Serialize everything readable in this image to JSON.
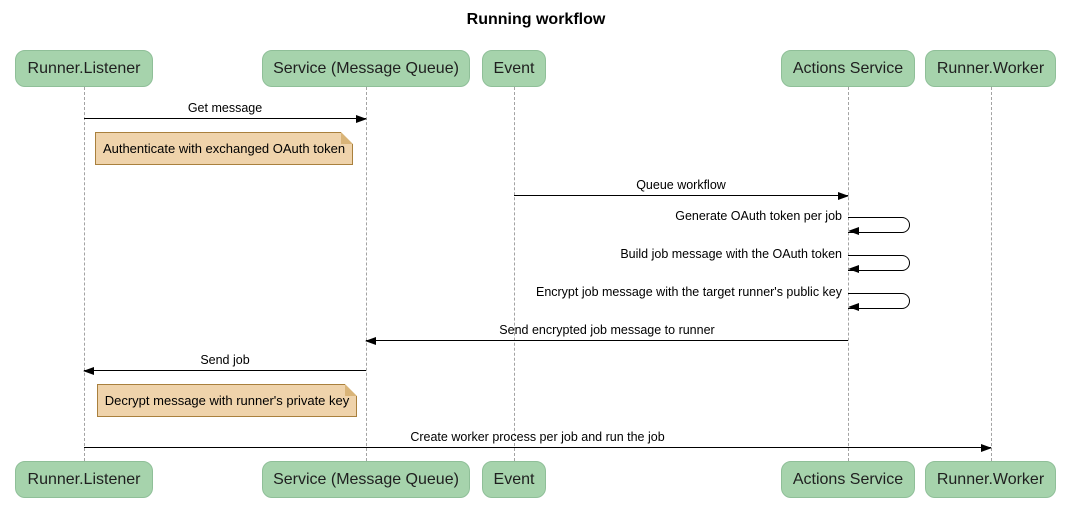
{
  "title": "Running workflow",
  "diagram_type": "sequence",
  "colors": {
    "actor_fill": "#a6d3ac",
    "actor_border": "#8fbf98",
    "note_fill": "#efd3ab",
    "note_border": "#a9803d",
    "lifeline": "#a3a3a3",
    "message_line": "#000000",
    "background": "#ffffff"
  },
  "actors": [
    {
      "label": "Runner.Listener"
    },
    {
      "label": "Service (Message Queue)"
    },
    {
      "label": "Event"
    },
    {
      "label": "Actions Service"
    },
    {
      "label": "Runner.Worker"
    }
  ],
  "sequence": [
    {
      "type": "message",
      "from": "Runner.Listener",
      "to": "Service (Message Queue)",
      "label": "Get message"
    },
    {
      "type": "note",
      "position": "right of Runner.Listener",
      "label": "Authenticate with exchanged OAuth token"
    },
    {
      "type": "message",
      "from": "Event",
      "to": "Actions Service",
      "label": "Queue workflow"
    },
    {
      "type": "self-message",
      "actor": "Actions Service",
      "label": "Generate OAuth token per job"
    },
    {
      "type": "self-message",
      "actor": "Actions Service",
      "label": "Build job message with the OAuth token"
    },
    {
      "type": "self-message",
      "actor": "Actions Service",
      "label": "Encrypt job message with the target runner's public key"
    },
    {
      "type": "message",
      "from": "Actions Service",
      "to": "Service (Message Queue)",
      "label": "Send encrypted job message to runner"
    },
    {
      "type": "message",
      "from": "Service (Message Queue)",
      "to": "Runner.Listener",
      "label": "Send job"
    },
    {
      "type": "note",
      "position": "right of Runner.Listener",
      "label": "Decrypt message with runner's private key"
    },
    {
      "type": "message",
      "from": "Runner.Listener",
      "to": "Runner.Worker",
      "label": "Create worker process per job and run the job"
    }
  ]
}
